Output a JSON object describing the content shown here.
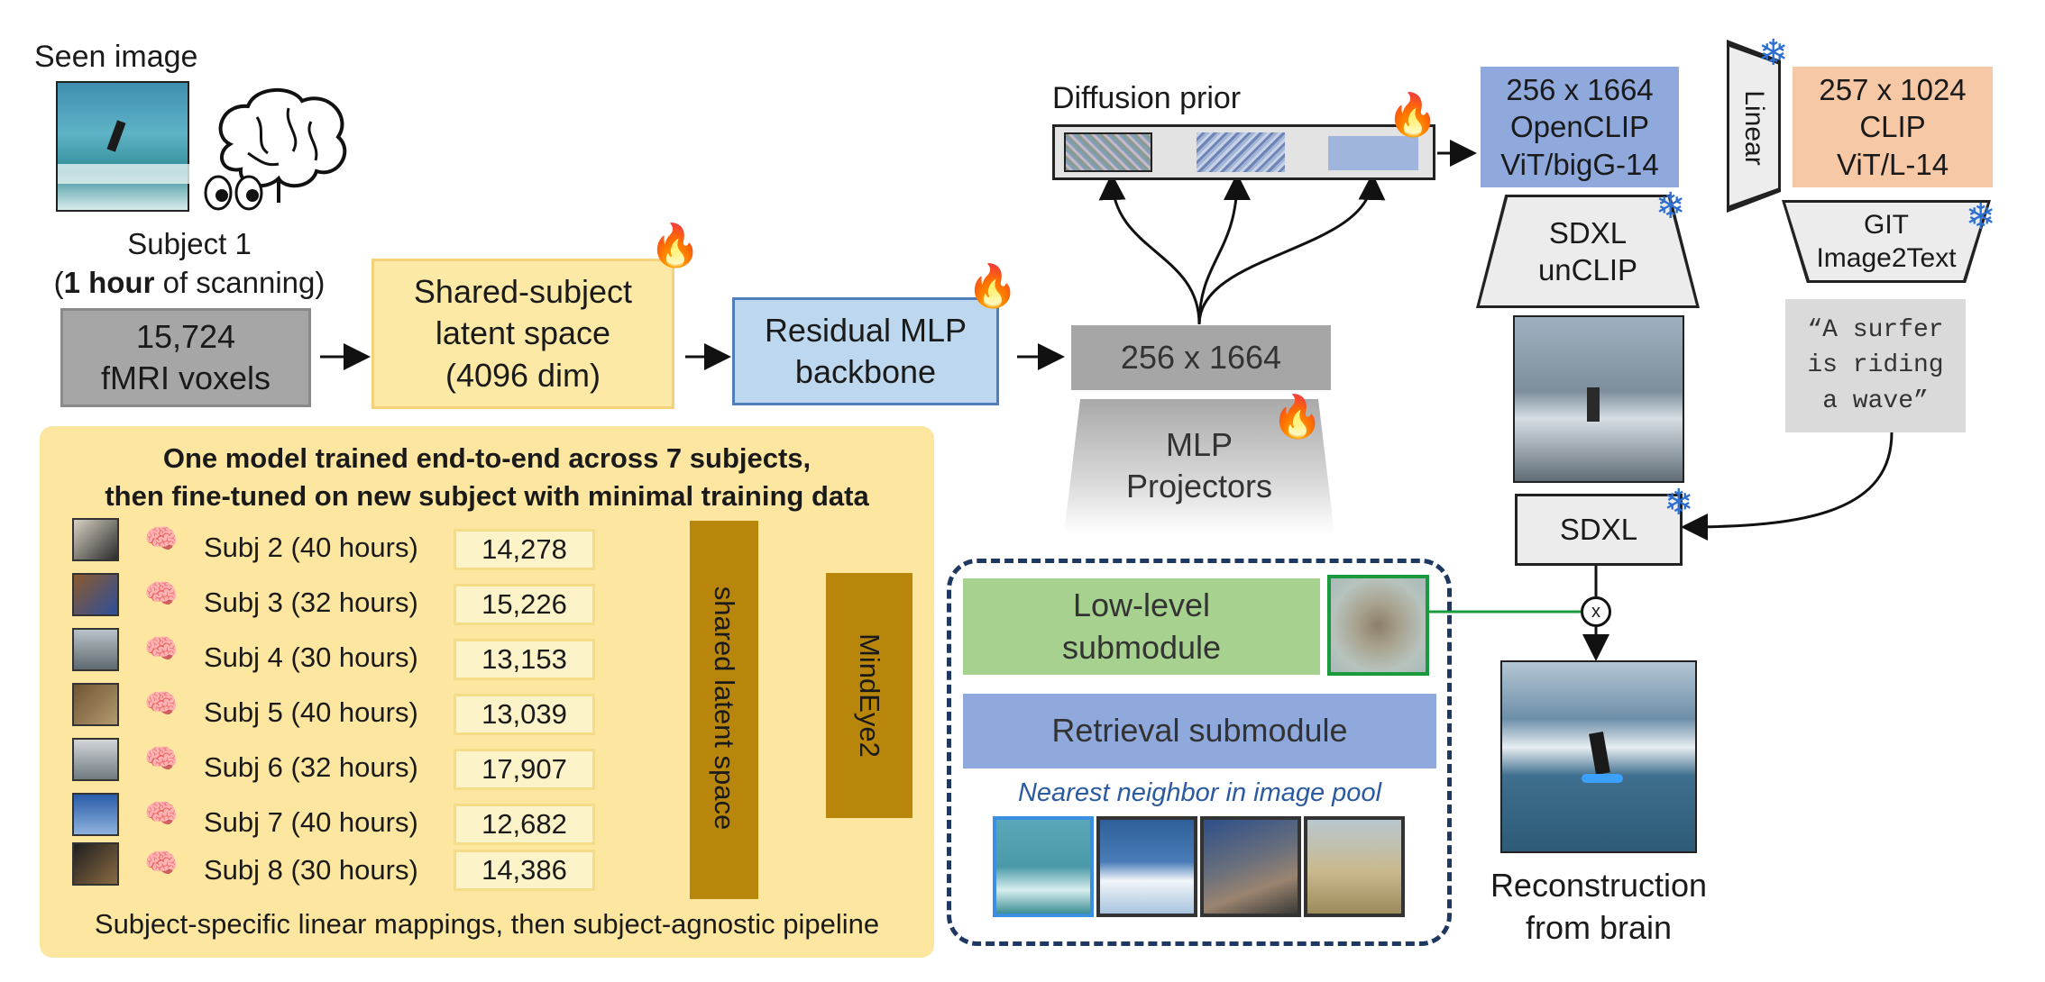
{
  "seen_image": {
    "title": "Seen image",
    "subject_name": "Subject 1",
    "scan_bold": "1 hour",
    "scan_rest": " of scanning)",
    "scan_open": "("
  },
  "pipeline": {
    "voxels_line1": "15,724",
    "voxels_line2": "fMRI voxels",
    "shared_line1": "Shared-subject",
    "shared_line2": "latent space",
    "shared_line3": "(4096 dim)",
    "backbone_line1": "Residual MLP",
    "backbone_line2": "backbone",
    "embedding": "256 x 1664",
    "projectors_line1": "MLP",
    "projectors_line2": "Projectors",
    "diffusion_prior": "Diffusion prior",
    "openclip_line1": "256 x 1664",
    "openclip_line2": "OpenCLIP",
    "openclip_line3": "ViT/bigG-14",
    "linear": "Linear",
    "clip_line1": "257 x 1024",
    "clip_line2": "CLIP",
    "clip_line3": "ViT/L-14",
    "unclip_line1": "SDXL",
    "unclip_line2": "unCLIP",
    "git_line1": "GIT",
    "git_line2": "Image2Text",
    "caption_line1": "“A surfer",
    "caption_line2": "is riding",
    "caption_line3": "a wave”",
    "sdxl": "SDXL",
    "multiply": "x",
    "reconstruction_line1": "Reconstruction",
    "reconstruction_line2": "from brain"
  },
  "submodules": {
    "lowlevel_line1": "Low-level",
    "lowlevel_line2": "submodule",
    "retrieval": "Retrieval submodule",
    "nn_caption": "Nearest neighbor in image pool"
  },
  "training_panel": {
    "heading_line1": "One model trained end-to-end across 7 subjects,",
    "heading_line2": "then fine-tuned on new subject with minimal training data",
    "subjects": [
      {
        "label": "Subj 2 (40 hours)",
        "voxels": "14,278"
      },
      {
        "label": "Subj 3 (32 hours)",
        "voxels": "15,226"
      },
      {
        "label": "Subj 4 (30 hours)",
        "voxels": "13,153"
      },
      {
        "label": "Subj 5 (40 hours)",
        "voxels": "13,039"
      },
      {
        "label": "Subj 6 (32 hours)",
        "voxels": "17,907"
      },
      {
        "label": "Subj 7 (40 hours)",
        "voxels": "12,682"
      },
      {
        "label": "Subj 8 (30 hours)",
        "voxels": "14,386"
      }
    ],
    "shared_latent": "shared latent space",
    "mindeye": "MindEye2",
    "footer": "Subject-specific linear mappings, then subject-agnostic pipeline"
  },
  "colors": {
    "voxels_fill": "#a6a6a6",
    "shared_fill": "#fde9a6",
    "backbone_fill": "#bcd7ee",
    "openclip_fill": "#8fa9dc",
    "clip_fill": "#f7c8a6",
    "lowlevel_fill": "#a6d18e",
    "retrieval_fill": "#8fa9dc",
    "panel_fill": "#fde6a0",
    "gold_bar": "#b7860b"
  }
}
